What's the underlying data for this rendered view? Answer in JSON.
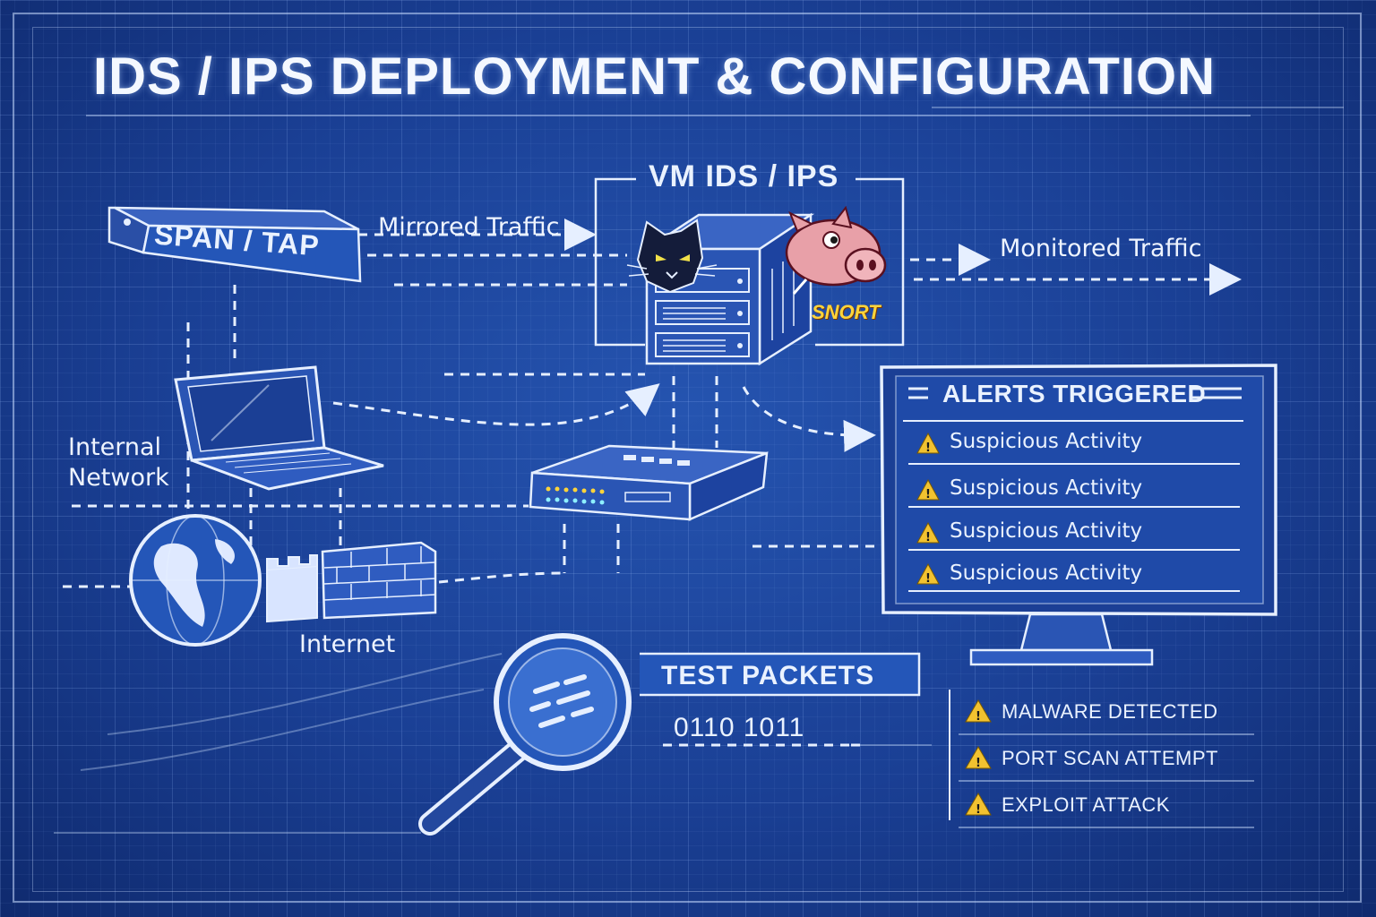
{
  "title": "IDS / IPS DEPLOYMENT & CONFIGURATION",
  "vm": {
    "title": "VM IDS / IPS",
    "logo_text": "SNORT"
  },
  "span_tap": {
    "label": "SPAN / TAP"
  },
  "flows": {
    "mirrored": "Mirrored Traffic",
    "monitored": "Monitored Traffic"
  },
  "nodes": {
    "internal_network": [
      "Internal",
      "Network"
    ],
    "internet": "Internet"
  },
  "alerts_panel": {
    "title": "ALERTS TRIGGERED",
    "items": [
      "Suspicious Activity",
      "Suspicious Activity",
      "Suspicious Activity",
      "Suspicious Activity"
    ]
  },
  "test_packets": {
    "label": "TEST PACKETS",
    "bits": "0110 1011"
  },
  "threats": [
    "MALWARE DETECTED",
    "PORT SCAN ATTEMPT",
    "EXPLOIT ATTACK"
  ],
  "colors": {
    "background": "#1a3f94",
    "line": "#e6efff",
    "warning": "#f2c230",
    "snort_pig": "#e8a0a8"
  },
  "icons": [
    "server-icon",
    "bobcat-icon",
    "snort-pig-icon",
    "laptop-icon",
    "globe-icon",
    "firewall-icon",
    "network-switch-icon",
    "monitor-icon",
    "magnifier-icon",
    "warning-icon"
  ]
}
